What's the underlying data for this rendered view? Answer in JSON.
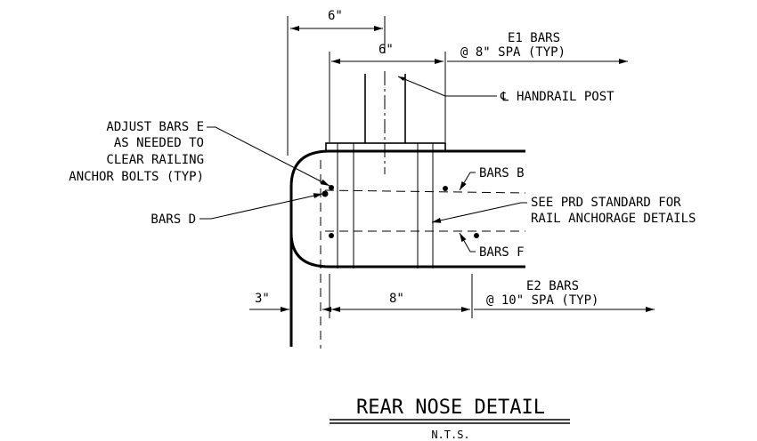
{
  "drawing": {
    "dims": {
      "top_6": "6\"",
      "mid_6": "6\"",
      "left_3": "3\"",
      "bottom_8": "8\""
    },
    "labels": {
      "e1_line1": "E1 BARS",
      "e1_line2": "@ 8\" SPA (TYP)",
      "cl_symbol": "℄",
      "handrail_post": "HANDRAIL POST",
      "adjust_1": "ADJUST BARS E",
      "adjust_2": "AS NEEDED TO",
      "adjust_3": "CLEAR RAILING",
      "adjust_4": "ANCHOR BOLTS (TYP)",
      "bars_b": "BARS B",
      "bars_d": "BARS D",
      "bars_f": "BARS F",
      "see_1": "SEE PRD STANDARD FOR",
      "see_2": "RAIL ANCHORAGE DETAILS",
      "e2_line1": "E2 BARS",
      "e2_line2": "@ 10\" SPA (TYP)"
    },
    "title": "REAR NOSE DETAIL",
    "subtitle": "N.T.S."
  }
}
